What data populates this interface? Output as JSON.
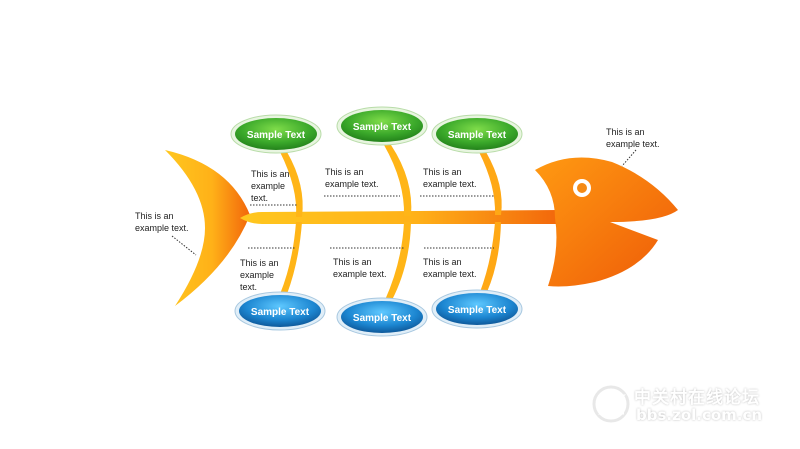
{
  "nodes": {
    "top": [
      {
        "label": "Sample Text",
        "color": "#34a02a"
      },
      {
        "label": "Sample Text",
        "color": "#34a02a"
      },
      {
        "label": "Sample Text",
        "color": "#34a02a"
      }
    ],
    "bottom": [
      {
        "label": "Sample Text",
        "color": "#1277c4"
      },
      {
        "label": "Sample Text",
        "color": "#1277c4"
      },
      {
        "label": "Sample Text",
        "color": "#1277c4"
      }
    ]
  },
  "notes": {
    "tail": "This is an example text.",
    "head": "This is an example text.",
    "upper": [
      "This is an example text.",
      "This is an example text.",
      "This is an example text."
    ],
    "lower": [
      "This is an example text.",
      "This is an example text.",
      "This is an example text."
    ]
  },
  "colors": {
    "fish_light": "#ffc21e",
    "fish_dark": "#f06a0c"
  },
  "watermark": {
    "title": "中关村在线论坛",
    "url": "bbs.zol.com.cn"
  }
}
